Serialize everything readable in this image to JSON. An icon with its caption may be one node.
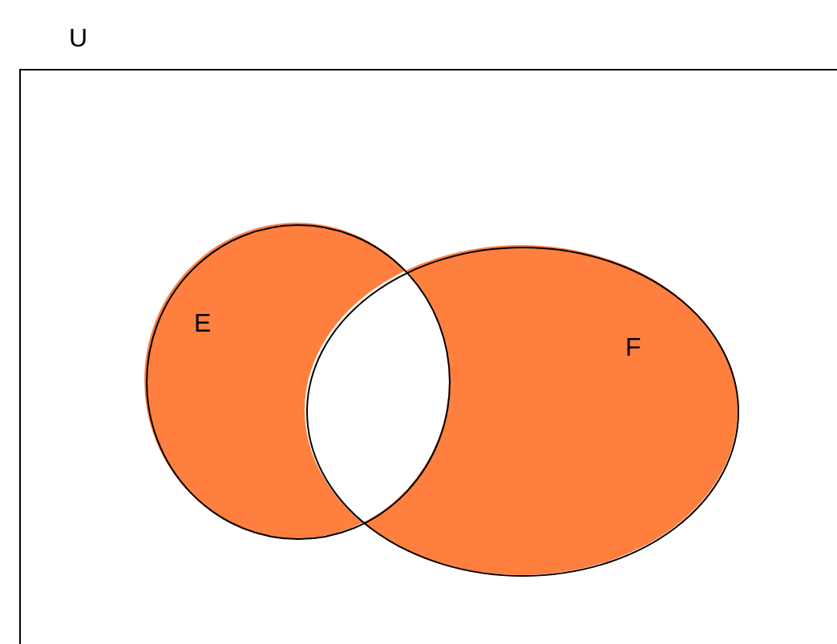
{
  "diagram": {
    "nodes": [
      {
        "text": [
          "U"
        ]
      },
      {
        "text": [
          "E"
        ],
        "in": 0
      },
      {
        "text": [
          "F"
        ],
        "in": 0
      }
    ]
  }
}
